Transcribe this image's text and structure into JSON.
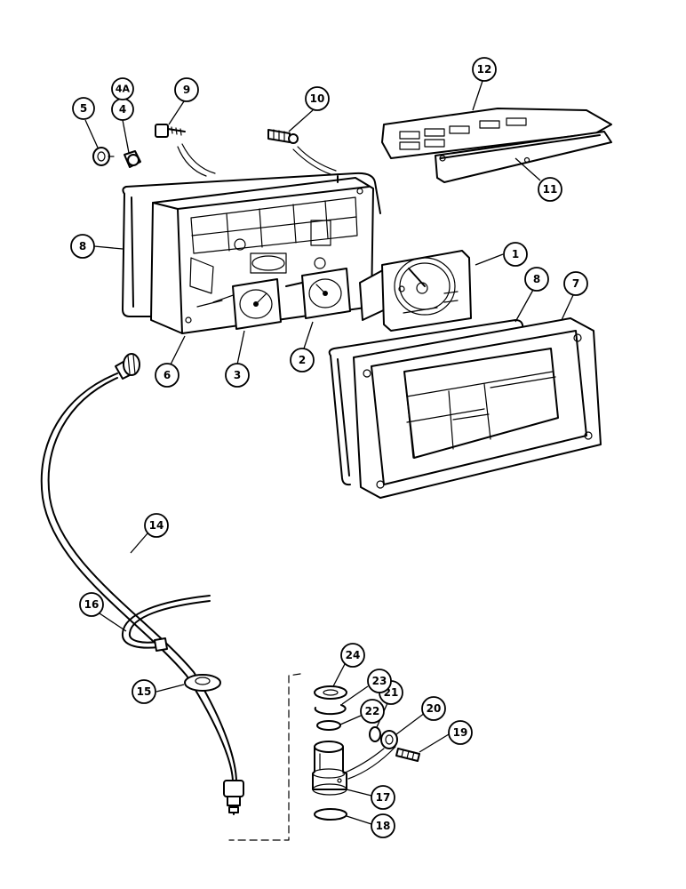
{
  "callouts": [
    {
      "id": "c1",
      "label": "1"
    },
    {
      "id": "c2",
      "label": "2"
    },
    {
      "id": "c3",
      "label": "3"
    },
    {
      "id": "c4",
      "label": "4"
    },
    {
      "id": "c4a",
      "label": "4A"
    },
    {
      "id": "c5",
      "label": "5"
    },
    {
      "id": "c6",
      "label": "6"
    },
    {
      "id": "c7",
      "label": "7"
    },
    {
      "id": "c8a",
      "label": "8"
    },
    {
      "id": "c8b",
      "label": "8"
    },
    {
      "id": "c9",
      "label": "9"
    },
    {
      "id": "c10",
      "label": "10"
    },
    {
      "id": "c11",
      "label": "11"
    },
    {
      "id": "c12",
      "label": "12"
    },
    {
      "id": "c14",
      "label": "14"
    },
    {
      "id": "c15",
      "label": "15"
    },
    {
      "id": "c16",
      "label": "16"
    },
    {
      "id": "c17",
      "label": "17"
    },
    {
      "id": "c18",
      "label": "18"
    },
    {
      "id": "c19",
      "label": "19"
    },
    {
      "id": "c20",
      "label": "20"
    },
    {
      "id": "c21",
      "label": "21"
    },
    {
      "id": "c22",
      "label": "22"
    },
    {
      "id": "c23",
      "label": "23"
    },
    {
      "id": "c24",
      "label": "24"
    }
  ]
}
